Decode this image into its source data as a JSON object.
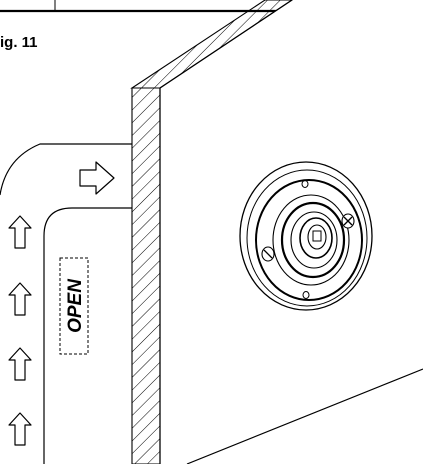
{
  "figure": {
    "label": "ig. 11"
  },
  "diagram": {
    "flow_label": "OPEN",
    "flow_direction": "up-then-right",
    "colors": {
      "line": "#000000",
      "background": "#ffffff"
    },
    "icons": [
      "arrow-up-icon",
      "arrow-right-icon",
      "release-knob-icon",
      "screw-icon"
    ]
  }
}
